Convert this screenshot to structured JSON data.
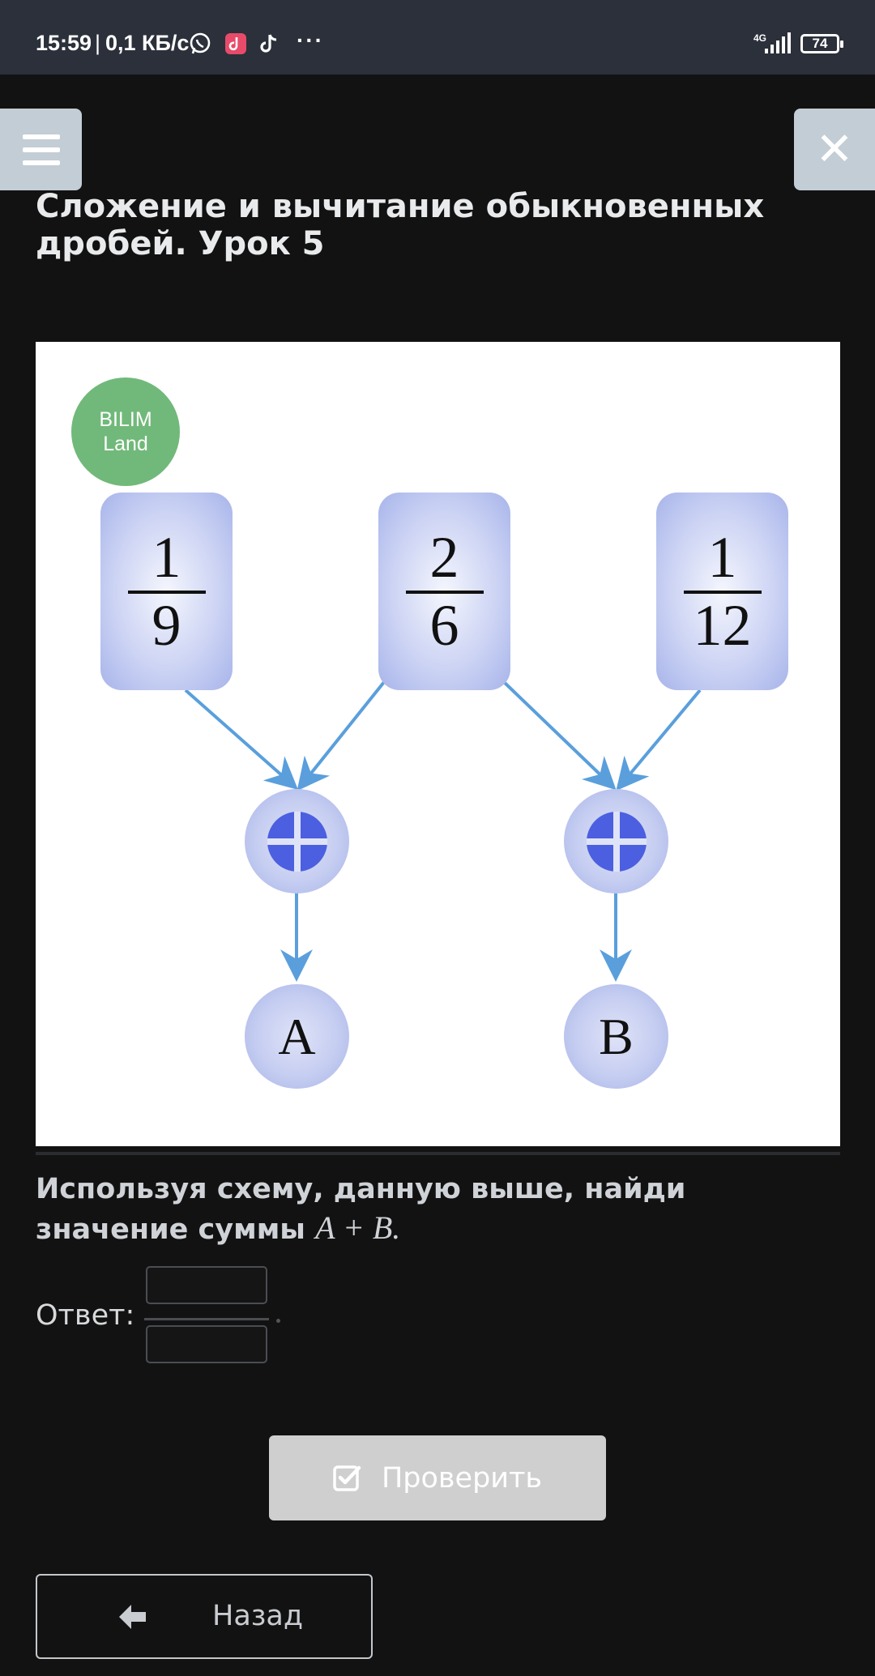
{
  "status_bar": {
    "time": "15:59",
    "separator": "|",
    "speed": "0,1 КБ/с",
    "dots": "···",
    "network": "4G",
    "battery": "74"
  },
  "header": {
    "title": "Сложение и вычитание обыкновенных дробей. Урок 5"
  },
  "diagram": {
    "logo_line1": "BILIM",
    "logo_line2": "Land",
    "fractions": [
      {
        "numerator": "1",
        "denominator": "9"
      },
      {
        "numerator": "2",
        "denominator": "6"
      },
      {
        "numerator": "1",
        "denominator": "12"
      }
    ],
    "results": [
      "A",
      "B"
    ]
  },
  "question": {
    "text": "Используя схему, данную выше, найди значение суммы",
    "math": "A + B."
  },
  "answer": {
    "label": "Ответ:",
    "numerator_value": "",
    "denominator_value": ""
  },
  "buttons": {
    "check_label": "Проверить",
    "back_label": "Назад"
  },
  "colors": {
    "background": "#121212",
    "status_bar": "#2b303a",
    "nav_button": "#c3cdd5",
    "plus_blue": "#4b5fe0",
    "arrow_blue": "#5a9fdc",
    "logo_green": "#71b97a"
  }
}
